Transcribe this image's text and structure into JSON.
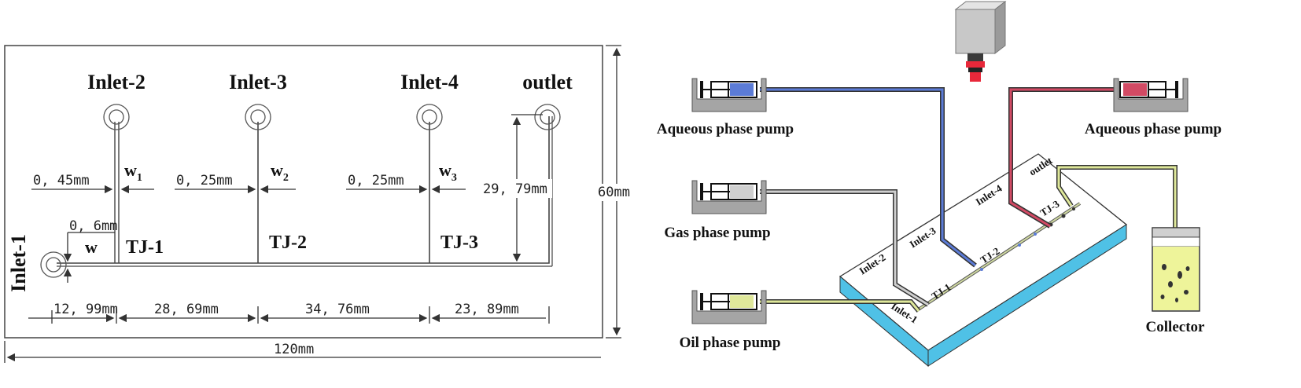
{
  "left_chip": {
    "inlets": [
      "Inlet-1",
      "Inlet-2",
      "Inlet-3",
      "Inlet-4",
      "outlet"
    ],
    "junctions": [
      "TJ-1",
      "TJ-2",
      "TJ-3"
    ],
    "widths": [
      "w",
      "w",
      "w",
      "w"
    ],
    "width_subscripts": [
      "1",
      "2",
      "3"
    ],
    "width_values": [
      "0, 45mm",
      "0, 25mm",
      "0, 25mm",
      "0, 6mm"
    ],
    "segments": [
      "12, 99mm",
      "28, 69mm",
      "34, 76mm",
      "23, 89mm"
    ],
    "outlet_height": "29, 79mm",
    "chip_width": "120mm",
    "chip_height": "60mm"
  },
  "setup": {
    "pumps": [
      "Aqueous phase pump",
      "Aqueous phase pump",
      "Gas phase pump",
      "Oil phase pump"
    ],
    "collector": "Collector",
    "chip_labels": [
      "Inlet-1",
      "Inlet-2",
      "Inlet-3",
      "Inlet-4",
      "outlet",
      "TJ-1",
      "TJ-2",
      "TJ-3"
    ]
  },
  "colors": {
    "aqueous_blue": "#5b7bd6",
    "aqueous_red": "#d24a64",
    "gas_grey": "#b5b5b5",
    "oil_yellow": "#dfe89a",
    "chip_side": "#4fc1e6",
    "camera": "#c8c8c8",
    "lens": "#e8283a"
  }
}
